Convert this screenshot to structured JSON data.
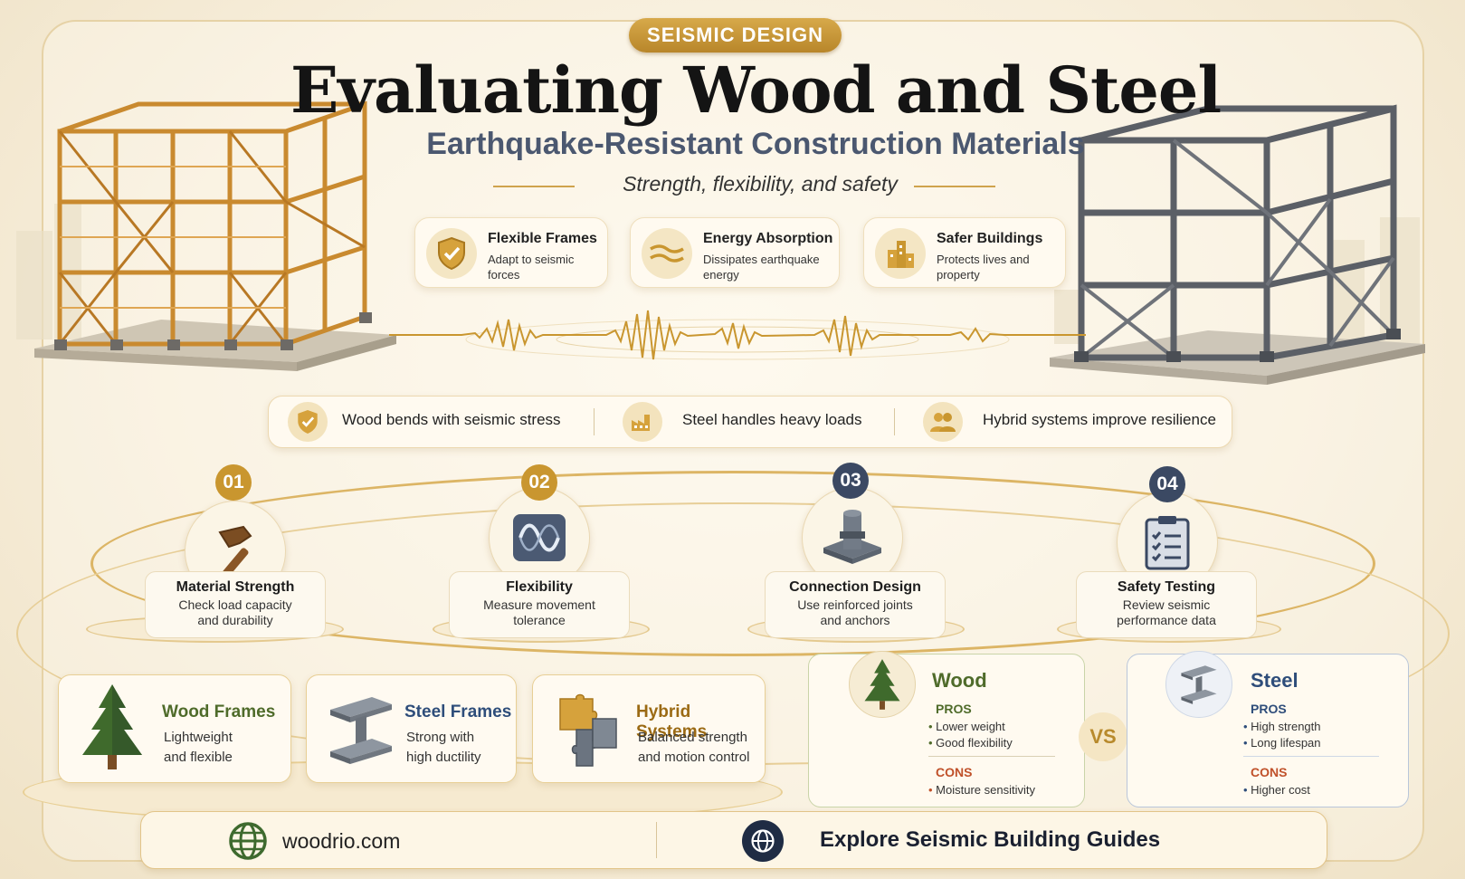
{
  "header": {
    "badge": "SEISMIC DESIGN",
    "title": "Evaluating Wood and Steel",
    "subtitle": "Earthquake-Resistant Construction Materials",
    "tagline": "Strength, flexibility, and safety"
  },
  "features": [
    {
      "title": "Flexible Frames",
      "desc": "Adapt to seismic forces",
      "icon": "shield-check-icon"
    },
    {
      "title": "Energy Absorption",
      "desc": "Dissipates earthquake energy",
      "icon": "wave-icon"
    },
    {
      "title": "Safer Buildings",
      "desc": "Protects lives and property",
      "icon": "buildings-icon"
    }
  ],
  "strip": [
    {
      "text": "Wood bends with seismic stress",
      "icon": "shield-check-icon"
    },
    {
      "text": "Steel handles heavy loads",
      "icon": "factory-icon"
    },
    {
      "text": "Hybrid systems improve resilience",
      "icon": "people-icon"
    }
  ],
  "steps": [
    {
      "num": "01",
      "title": "Material Strength",
      "line1": "Check load capacity",
      "line2": "and durability",
      "icon": "hammer-icon"
    },
    {
      "num": "02",
      "title": "Flexibility",
      "line1": "Measure movement",
      "line2": "tolerance",
      "icon": "sine-wave-icon"
    },
    {
      "num": "03",
      "title": "Connection Design",
      "line1": "Use reinforced joints",
      "line2": "and anchors",
      "icon": "anchor-bolt-icon"
    },
    {
      "num": "04",
      "title": "Safety Testing",
      "line1": "Review seismic",
      "line2": "performance data",
      "icon": "clipboard-icon"
    }
  ],
  "materials": [
    {
      "title": "Wood Frames",
      "line1": "Lightweight",
      "line2": "and flexible",
      "icon": "tree-icon",
      "color": "#4f6b2a"
    },
    {
      "title": "Steel Frames",
      "line1": "Strong with",
      "line2": "high ductility",
      "icon": "i-beam-icon",
      "color": "#2e4d7a"
    },
    {
      "title": "Hybrid Systems",
      "line1": "Balanced strength",
      "line2": "and motion control",
      "icon": "puzzle-icon",
      "color": "#9b6a14"
    }
  ],
  "comparison": {
    "wood": {
      "title": "Wood",
      "pros_label": "PROS",
      "pros": [
        "Lower weight",
        "Good flexibility"
      ],
      "cons_label": "CONS",
      "cons": [
        "Moisture sensitivity"
      ]
    },
    "vs": "VS",
    "steel": {
      "title": "Steel",
      "pros_label": "PROS",
      "pros": [
        "High strength",
        "Long lifespan"
      ],
      "cons_label": "CONS",
      "cons": [
        "Higher cost"
      ]
    }
  },
  "footer": {
    "site": "woodrio.com",
    "cta": "Explore Seismic Building Guides"
  },
  "colors": {
    "gold": "#c9962f",
    "navy": "#3b4963",
    "wood_green": "#4f6b2a",
    "steel_blue": "#2e4d7a",
    "cons_red": "#c0512a"
  }
}
